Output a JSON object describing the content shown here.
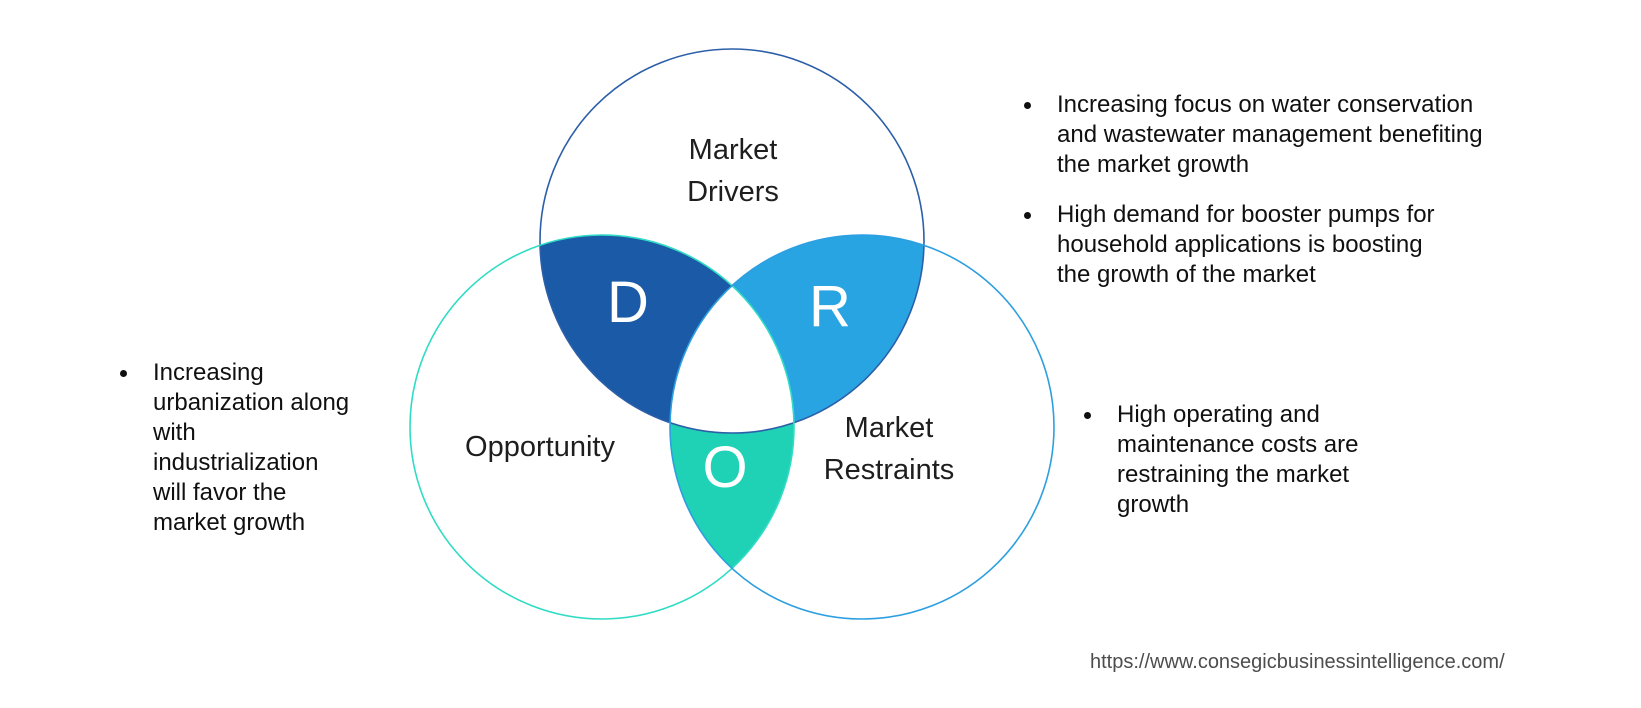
{
  "diagram": {
    "circles": {
      "drivers": {
        "label": "Market\nDrivers",
        "letter": "D",
        "stroke": "#2c5fa8",
        "fill": "#1a5aa6"
      },
      "restraints": {
        "label": "Market\nRestraints",
        "letter": "R",
        "stroke": "#2d9fe0",
        "fill": "#29a4e2"
      },
      "opportunity": {
        "label": "Opportunity",
        "letter": "O",
        "stroke": "#31dcc5",
        "fill": "#1fd2b5"
      }
    },
    "center_fill": "#ffffff",
    "letter_color": "#ffffff",
    "label_color": "#1e1e1e"
  },
  "bullets": {
    "left": "Increasing\nurbanization along\nwith\nindustrialization\nwill favor the\nmarket growth",
    "right_top": [
      "Increasing focus on water conservation\nand wastewater management benefiting\nthe market growth",
      "High demand for booster pumps for\nhousehold applications is boosting\nthe growth of the market"
    ],
    "right_bottom": "High operating and\nmaintenance costs are\nrestraining the market\ngrowth",
    "text_color": "#101010"
  },
  "footer": {
    "url": "https://www.consegicbusinessintelligence.com/",
    "color": "#4d4d4d"
  }
}
